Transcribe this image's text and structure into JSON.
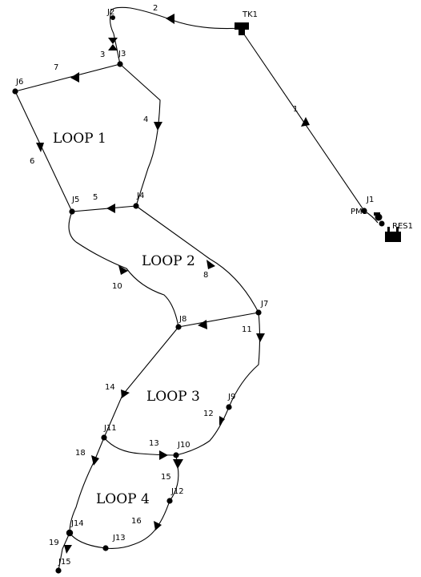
{
  "nodes": {
    "J1": "J1",
    "J2": "J2",
    "J3": "J3",
    "J4": "J4",
    "J5": "J5",
    "J6": "J6",
    "J7": "J7",
    "J8": "J8",
    "J9": "J9",
    "J10": "J10",
    "J11": "J11",
    "J12": "J12",
    "J13": "J13",
    "J14": "J14",
    "J15": "J15",
    "TK1": "TK1",
    "RES1": "RES1",
    "PM1": "PM1"
  },
  "pipes": {
    "p1": "1",
    "p2": "2",
    "p3": "3",
    "p4": "4",
    "p5": "5",
    "p6": "6",
    "p7": "7",
    "p8": "8",
    "p10": "10",
    "p11": "11",
    "p12": "12",
    "p13": "13",
    "p14": "14",
    "p15": "15",
    "p16": "16",
    "p18": "18",
    "p19": "19"
  },
  "loops": {
    "loop1": "LOOP 1",
    "loop2": "LOOP 2",
    "loop3": "LOOP 3",
    "loop4": "LOOP 4"
  }
}
